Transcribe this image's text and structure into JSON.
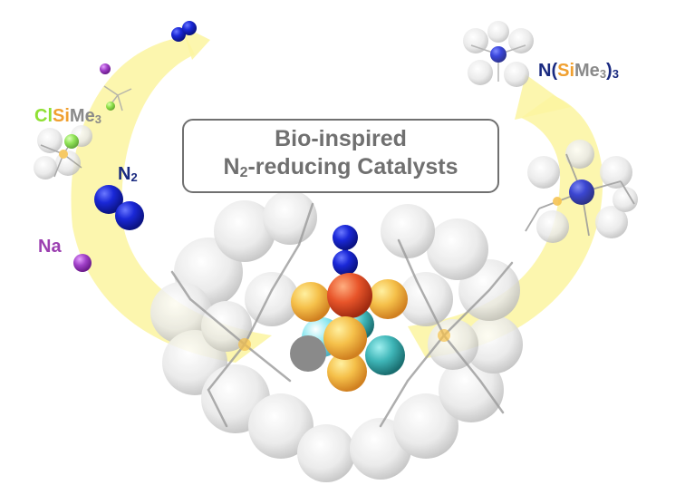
{
  "title": {
    "line1": "Bio-inspired",
    "line2_prefix": "N",
    "line2_sub": "2",
    "line2_suffix": "-reducing Catalysts"
  },
  "labels": {
    "clsime3": {
      "cl": "Cl",
      "si": "Si",
      "me": "Me",
      "sub": "3"
    },
    "n2": {
      "n": "N",
      "sub": "2"
    },
    "na": "Na",
    "product": {
      "prefix": "N(",
      "si": "Si",
      "me": "Me",
      "sub_inner": "3",
      "close": ")",
      "sub_outer": "3"
    }
  },
  "colors": {
    "arrow": "#fbf5a0",
    "nitrogen": "#1a28d8",
    "iron": "#e8552a",
    "sulfur": "#f5c04a",
    "teal_metal": "#3fb6b8",
    "cyan_metal": "#8ee8f0",
    "sodium": "#a040c8",
    "chlorine": "#7de03a",
    "title_text": "#707070"
  }
}
